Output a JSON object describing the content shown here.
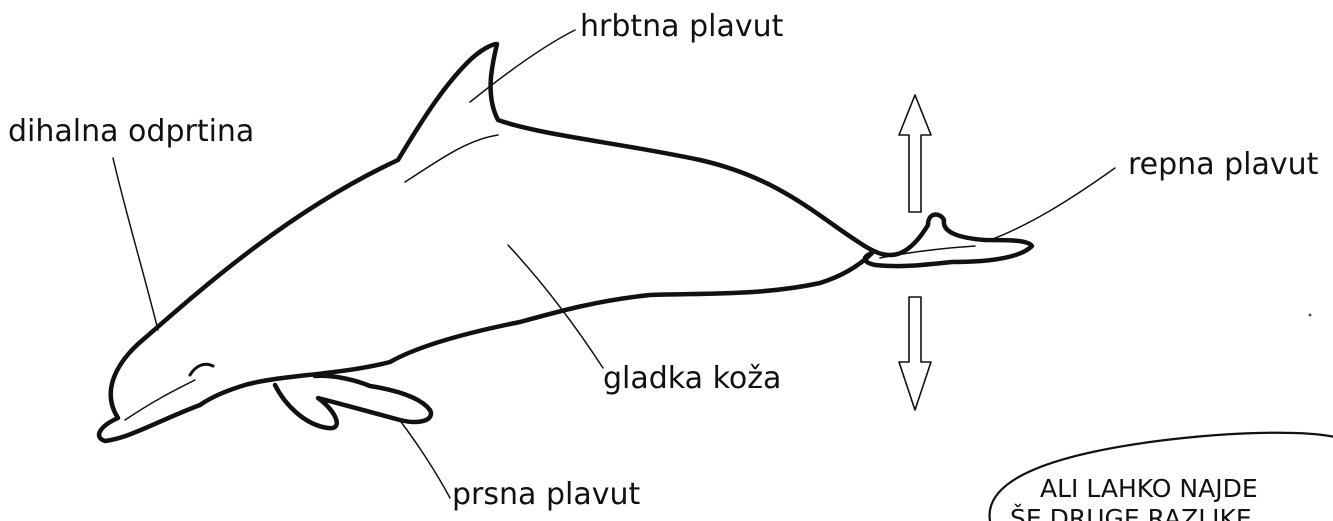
{
  "labels": {
    "dorsal_fin": "hrbtna plavut",
    "blowhole": "dihalna odprtina",
    "tail_fin": "repna plavut",
    "smooth_skin": "gladka koža",
    "pectoral_fin": "prsna plavut"
  },
  "speech_bubble": {
    "line1": "ALI LAHKO NAJDE",
    "line2": "ŠE DRUGE RAZLIKE"
  },
  "colors": {
    "ink": "#111111",
    "background": "#ffffff"
  }
}
